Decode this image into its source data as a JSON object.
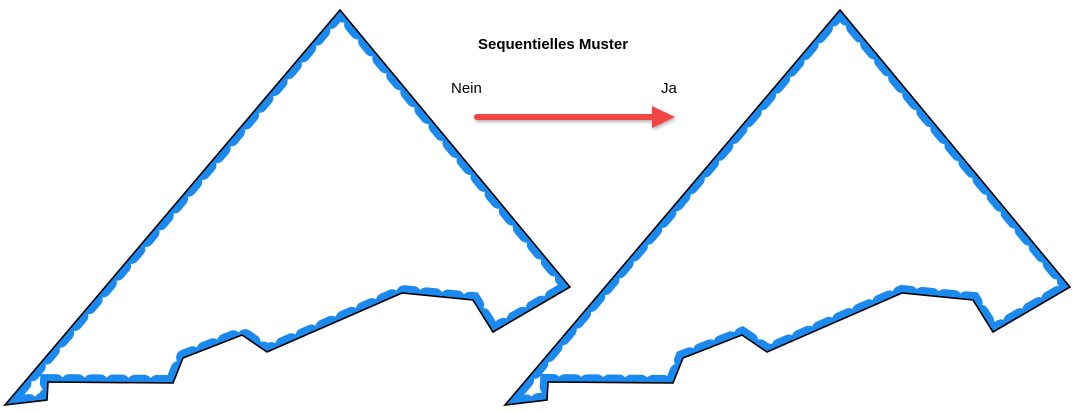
{
  "title": "Sequentielles Muster",
  "arrow": {
    "from_label": "Nein",
    "to_label": "Ja",
    "color": "#f44545"
  },
  "shapes": [
    {
      "name": "shape-without-sequential-pattern",
      "fill_color": "#1a8af0",
      "outline_color": "#000000"
    },
    {
      "name": "shape-with-sequential-pattern",
      "fill_color": "#1a8af0",
      "outline_color": "#000000"
    }
  ]
}
